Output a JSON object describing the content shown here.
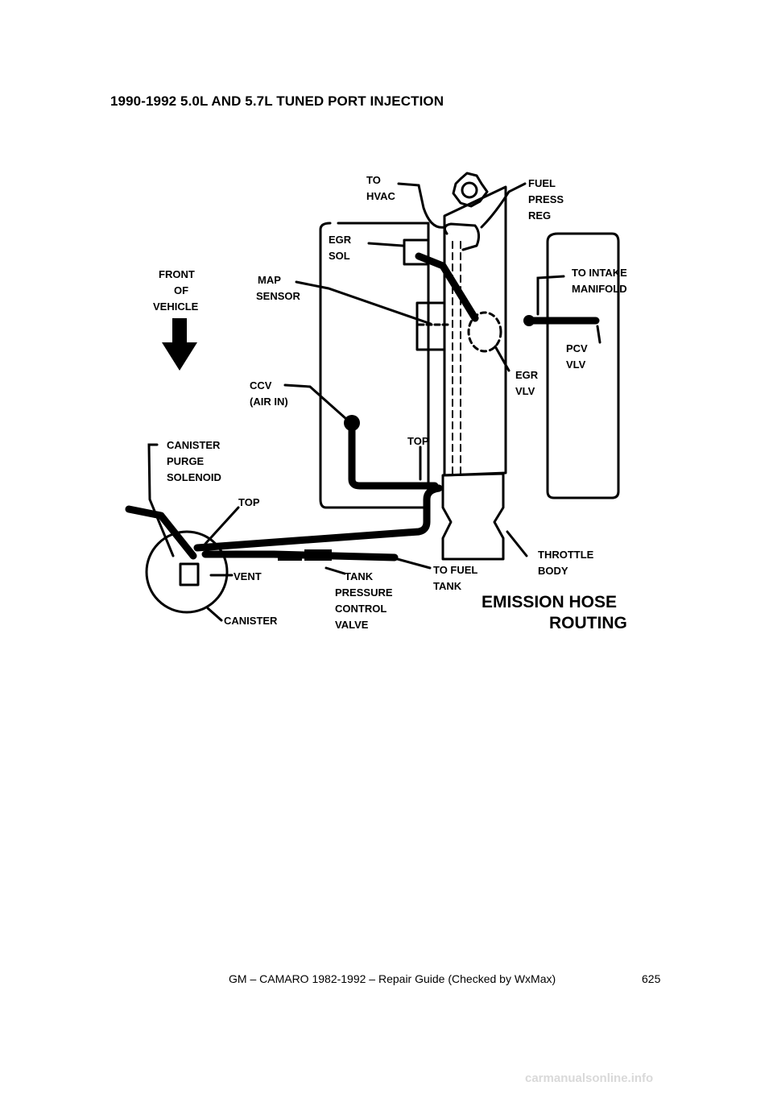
{
  "page": {
    "title": "1990-1992 5.0L AND 5.7L TUNED PORT INJECTION",
    "footer": "GM – CAMARO 1982-1992 – Repair Guide (Checked by WxMax)",
    "page_number": "625",
    "watermark": "carmanualsonline.info"
  },
  "diagram": {
    "labels": {
      "to_hvac_1": "TO",
      "to_hvac_2": "HVAC",
      "fuel_press_1": "FUEL",
      "fuel_press_2": "PRESS",
      "fuel_press_3": "REG",
      "egr_sol_1": "EGR",
      "egr_sol_2": "SOL",
      "front_1": "FRONT",
      "front_2": "OF",
      "front_3": "VEHICLE",
      "map_1": "MAP",
      "map_2": "SENSOR",
      "intake_1": "TO INTAKE",
      "intake_2": "MANIFOLD",
      "pcv_1": "PCV",
      "pcv_2": "VLV",
      "egr_vlv_1": "EGR",
      "egr_vlv_2": "VLV",
      "ccv_1": "CCV",
      "ccv_2": "(AIR IN)",
      "top_1": "TOP",
      "canister_purge_1": "CANISTER",
      "canister_purge_2": "PURGE",
      "canister_purge_3": "SOLENOID",
      "top_2": "TOP",
      "vent": "VENT",
      "tank_1": "TANK",
      "tank_2": "PRESSURE",
      "tank_3": "CONTROL",
      "tank_4": "VALVE",
      "fuel_tank_1": "TO FUEL",
      "fuel_tank_2": "TANK",
      "throttle_1": "THROTTLE",
      "throttle_2": "BODY",
      "canister": "CANISTER",
      "heading_1": "EMISSION HOSE",
      "heading_2": "ROUTING"
    }
  }
}
